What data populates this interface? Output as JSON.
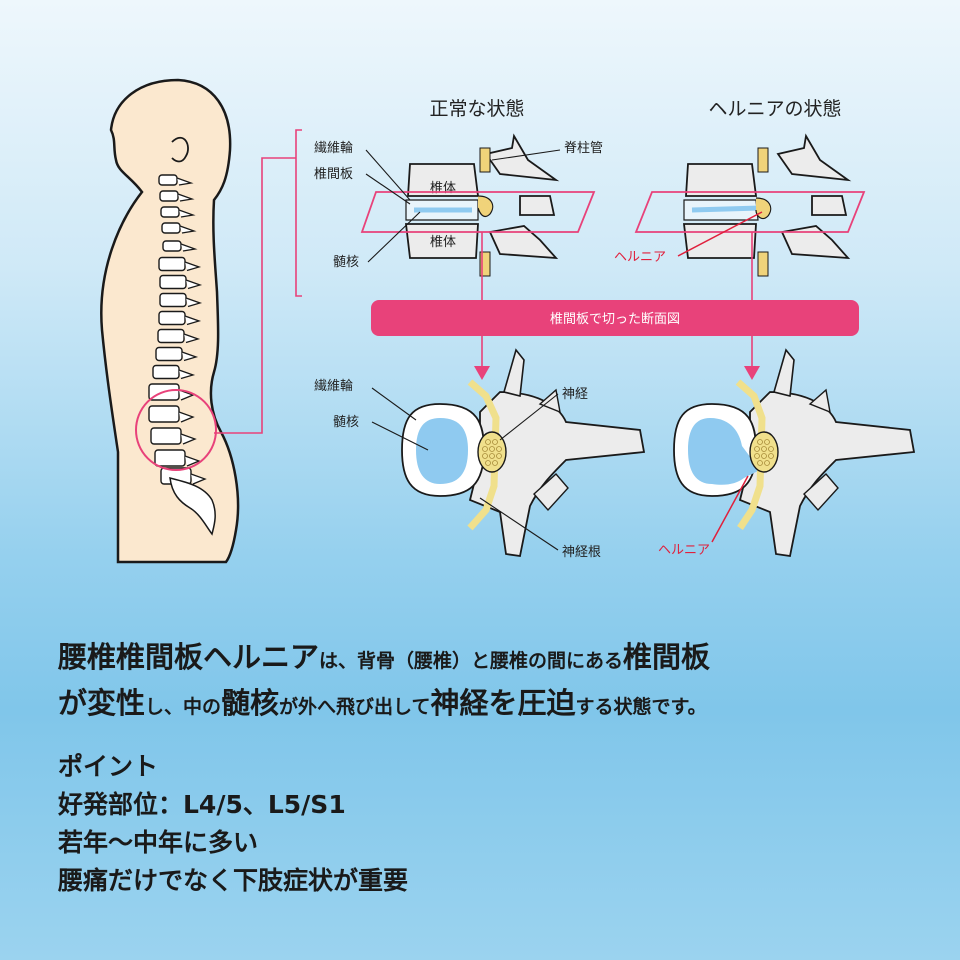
{
  "diagram": {
    "normal_title": "正常な状態",
    "hernia_title": "ヘルニアの状態",
    "labels_top": {
      "annulus": "繊維輪",
      "disc": "椎間板",
      "nucleus": "髄核",
      "vertebra_upper": "椎体",
      "vertebra_lower": "椎体",
      "canal": "脊柱管",
      "hernia": "ヘルニア"
    },
    "banner": "椎間板で切った断面図",
    "labels_bottom": {
      "annulus": "繊維輪",
      "nucleus": "髄核",
      "nerve": "神経",
      "nerve_root": "神経根",
      "hernia": "ヘルニア"
    }
  },
  "description": {
    "line1": [
      {
        "text": "腰椎椎間板ヘルニア",
        "size": "big"
      },
      {
        "text": "は、背骨（腰椎）と腰椎の間にある",
        "size": "sm"
      },
      {
        "text": "椎間板",
        "size": "big"
      }
    ],
    "line2": [
      {
        "text": "が変性",
        "size": "big"
      },
      {
        "text": "し、中の",
        "size": "sm"
      },
      {
        "text": "髄核",
        "size": "big"
      },
      {
        "text": "が外へ飛び出して",
        "size": "sm"
      },
      {
        "text": "神経を圧迫",
        "size": "big"
      },
      {
        "text": "する状態です。",
        "size": "sm"
      }
    ]
  },
  "points": {
    "heading": "ポイント",
    "items": [
      "好発部位：L4/5、L5/S1",
      "若年〜中年に多い",
      "腰痛だけでなく下肢症状が重要"
    ]
  },
  "colors": {
    "accent": "#e8427a",
    "hernia_red": "#e0203c",
    "nucleus_blue": "#8fcaf0",
    "nerve_yellow": "#f0e08c",
    "skin": "#fbe8cf"
  }
}
